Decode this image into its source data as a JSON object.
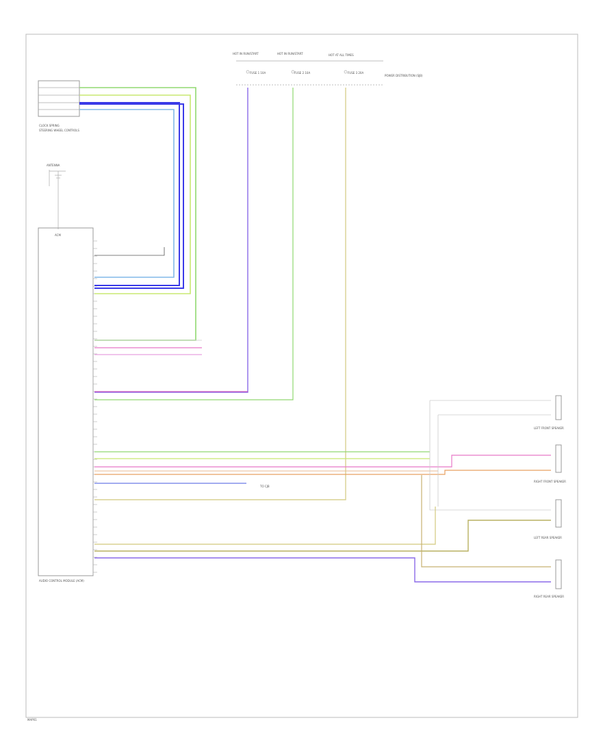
{
  "labels": {
    "top_fuse_1": "HOT IN RUN/START",
    "top_fuse_2": "HOT IN RUN/START",
    "top_fuse_3": "HOT AT ALL TIMES",
    "power_dist_note": "POWER DISTRIBUTION (SJB)",
    "fuse_1": "FUSE 1 10A",
    "fuse_2": "FUSE 2 10A",
    "fuse_3": "FUSE 3 20A",
    "clock_spring": "CLOCK SPRING",
    "steering_ctrl": "STEERING WHEEL CONTROLS",
    "antenna": "ANTENNA",
    "acm": "ACM",
    "audio_mod": "AUDIO CONTROL MODULE (ACM)",
    "lf_speaker": "LEFT FRONT SPEAKER",
    "rf_speaker": "RIGHT FRONT SPEAKER",
    "lr_speaker": "LEFT REAR SPEAKER",
    "rr_speaker": "RIGHT REAR SPEAKER",
    "to_cjb": "TO CJB",
    "page_id": "MAP01"
  },
  "colors": {
    "wire_green": "#90d870",
    "wire_lime": "#c8e870",
    "wire_blue": "#3a3ae8",
    "wire_lightblue": "#80b8e8",
    "wire_violet": "#8a6ae8",
    "wire_pink": "#e878c8",
    "wire_magenta": "#d048b0",
    "wire_orange": "#e8a060",
    "wire_yellow": "#d8d090",
    "wire_olive": "#b8b060",
    "wire_gray": "#999999",
    "wire_dark": "#555555"
  }
}
